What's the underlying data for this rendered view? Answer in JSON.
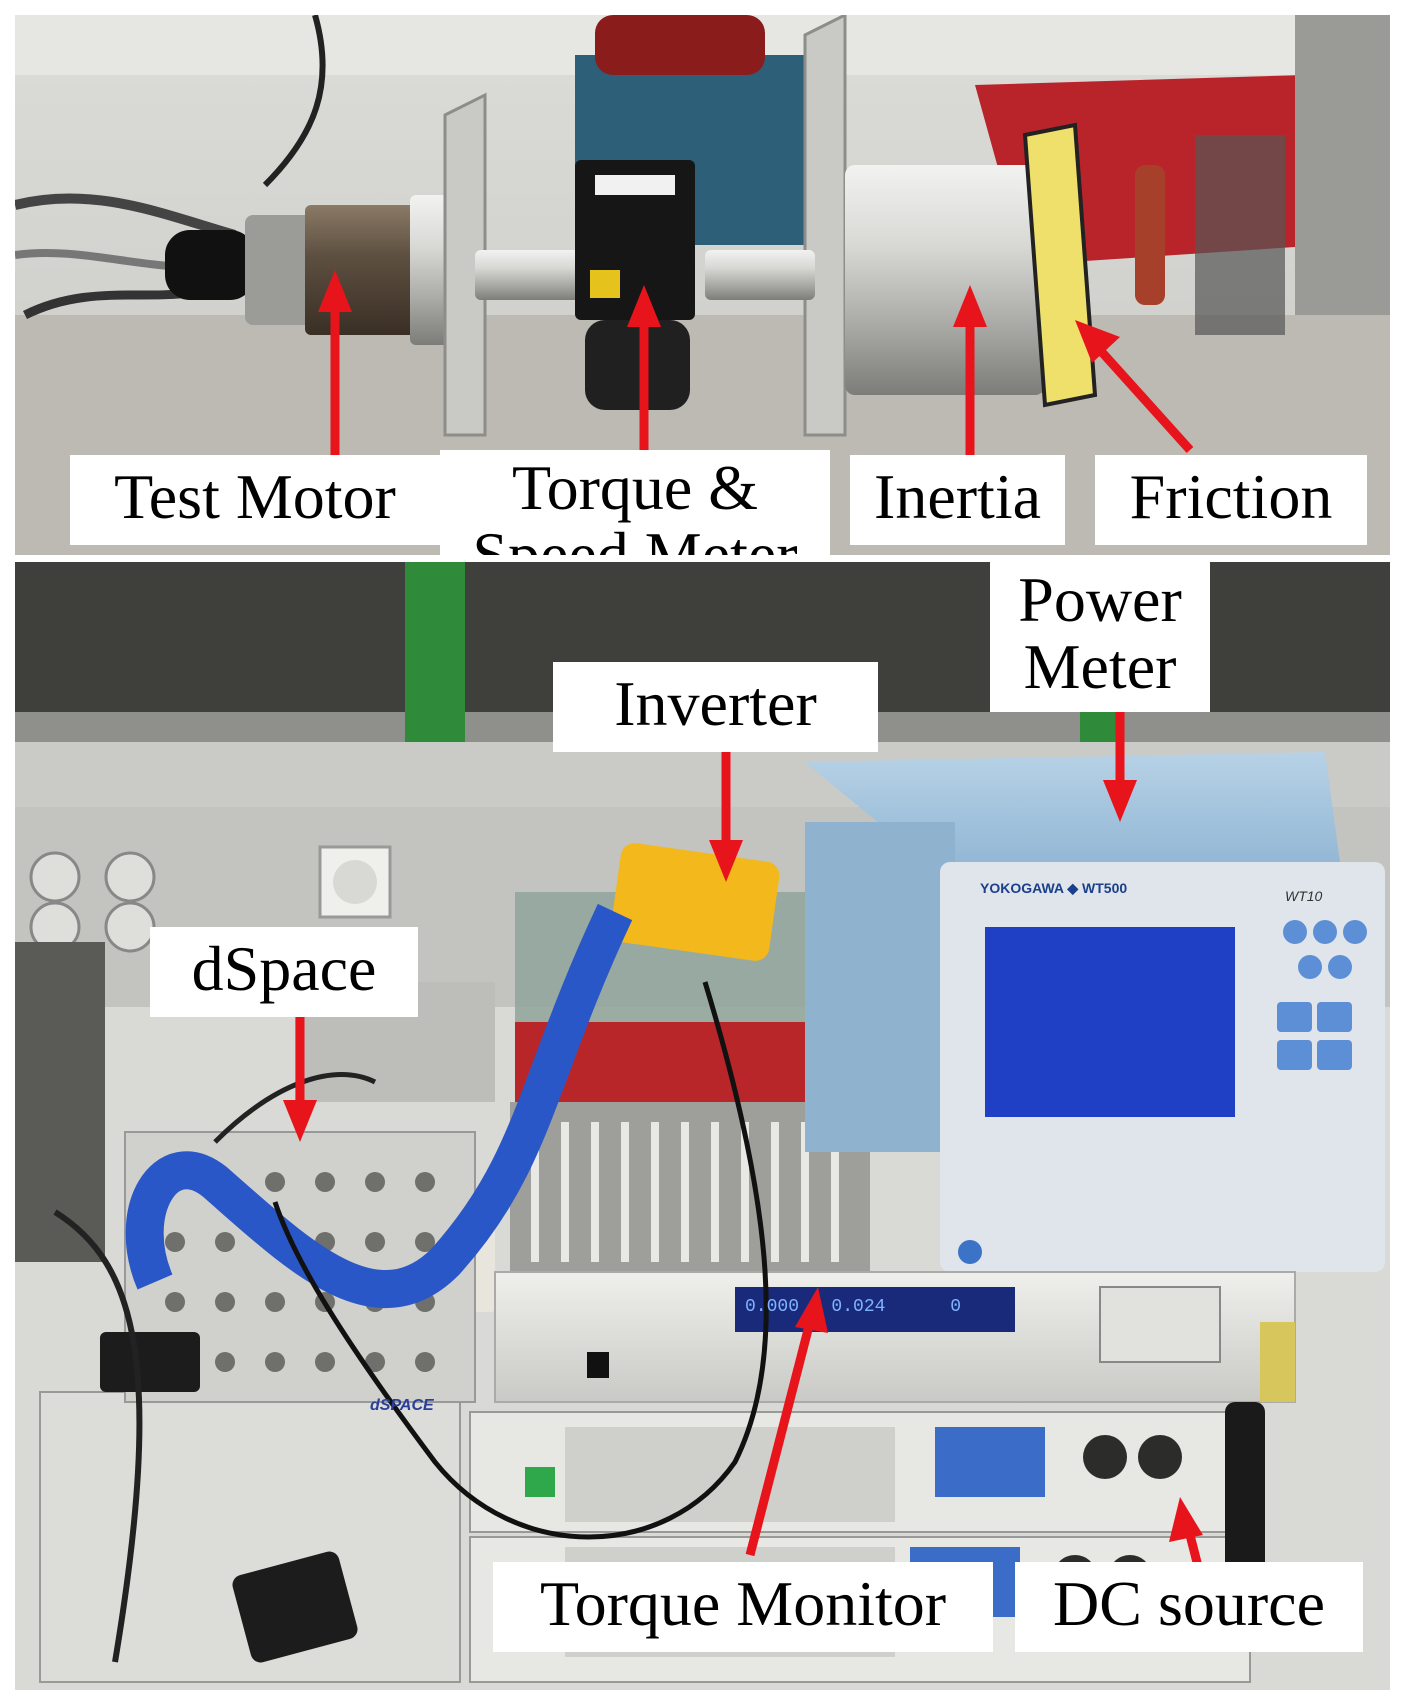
{
  "top_panel": {
    "labels": {
      "test_motor": "Test Motor",
      "torque_speed_meter": "Torque &\nSpeed Meter",
      "inertia": "Inertia",
      "friction": "Friction"
    }
  },
  "bottom_panel": {
    "labels": {
      "power_meter": "Power\nMeter",
      "inverter": "Inverter",
      "dspace": "dSpace",
      "torque_monitor": "Torque Monitor",
      "dc_source": "DC source"
    },
    "device_text": {
      "power_meter_brand": "YOKOGAWA ◆ WT500",
      "power_meter_model": "WT10",
      "torque_monitor_display": "0.000   0.024      0",
      "dspace_logo": "dSPACE"
    }
  },
  "colors": {
    "arrow": "#e8141c",
    "label_bg": "#ffffff",
    "bench_metal": "#b9b6ae",
    "rack_green": "#2f8a3a",
    "blue_panel": "#9ec2de",
    "lcd_blue": "#1f3fc4"
  }
}
